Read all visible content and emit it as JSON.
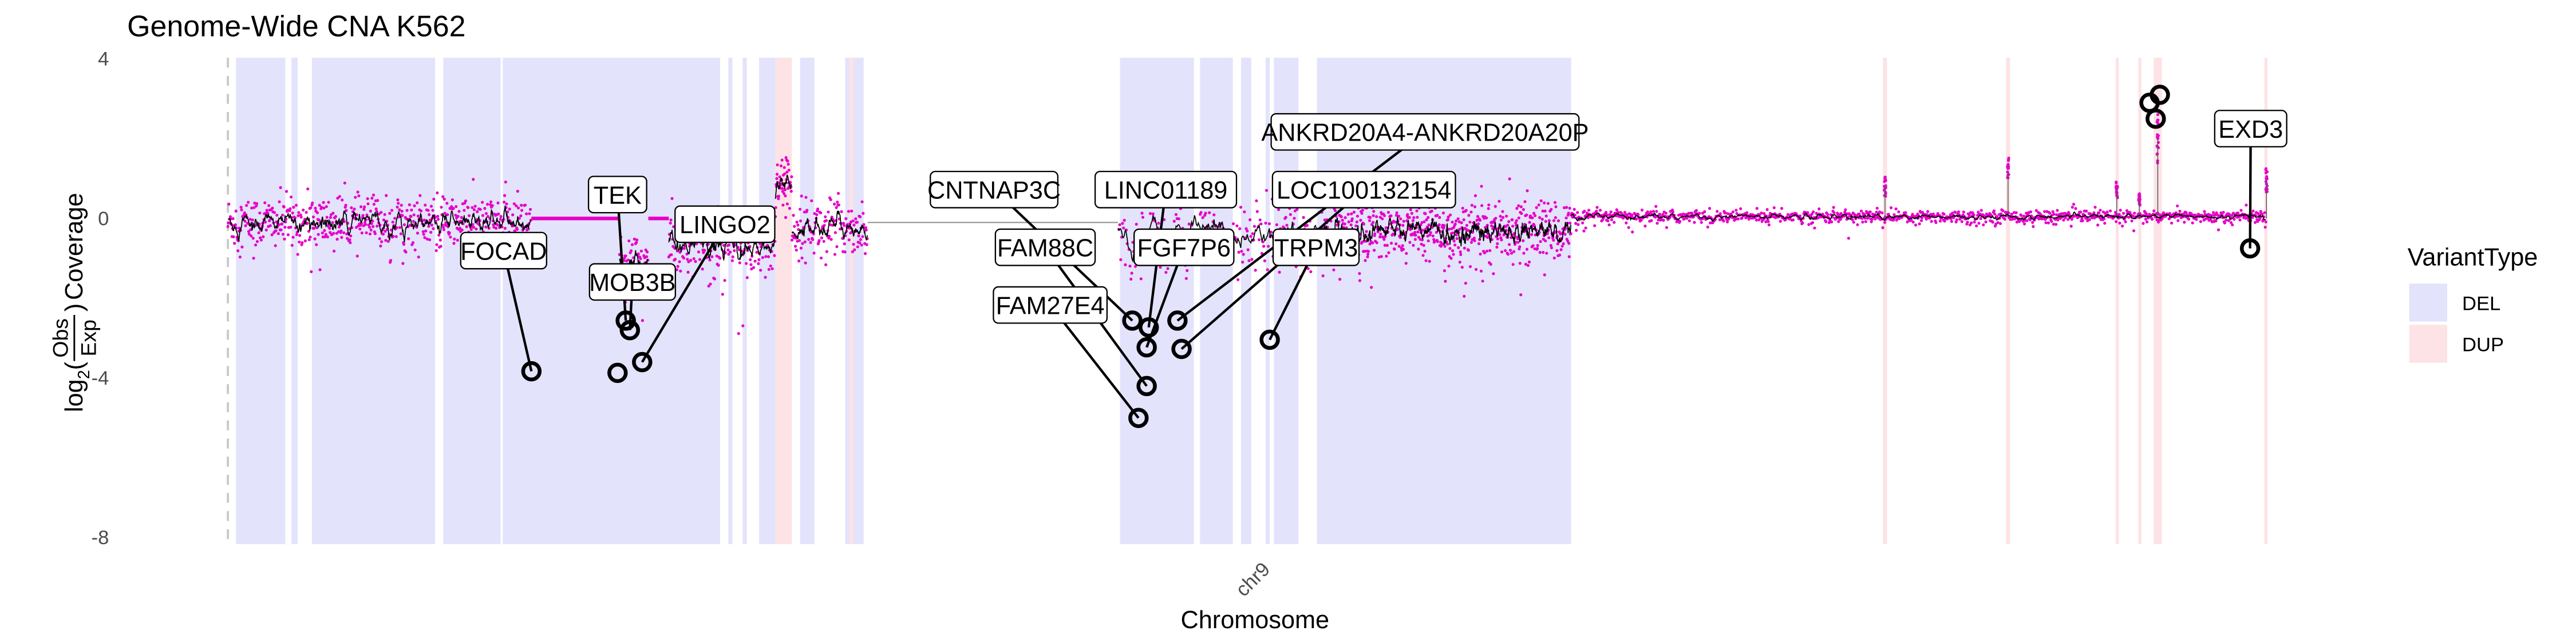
{
  "chart_data": {
    "type": "scatter",
    "title": "Genome-Wide CNA K562",
    "xlabel": "Chromosome",
    "ylabel": {
      "log": "log",
      "sub": "2",
      "num": "Obs",
      "den": "Exp",
      "suffix": "Coverage"
    },
    "x_range_percent_of_genome": [
      0,
      100
    ],
    "x_ticks": [
      {
        "label": "chr9",
        "pos": 49.9
      }
    ],
    "ylim": [
      -8.2,
      4
    ],
    "y_ticks": [
      4,
      0,
      -4,
      -8
    ],
    "grid": false,
    "point_color": "#E600C8",
    "mean_line_color": "#000000",
    "baseline_color": "#9e9e9e",
    "coverage_segments": [
      {
        "start": 0,
        "end": 14.8,
        "mean": -0.1,
        "sd": 0.33,
        "n": 600
      },
      {
        "start": 14.8,
        "end": 19.1,
        "mean": 0.0,
        "sd": 0.0,
        "n": 0,
        "flat": true
      },
      {
        "start": 19.1,
        "end": 20.5,
        "mean": -1.1,
        "sd": 0.35,
        "n": 70
      },
      {
        "start": 20.5,
        "end": 21.5,
        "mean": 0.0,
        "sd": 0.0,
        "n": 0,
        "flat": true
      },
      {
        "start": 21.5,
        "end": 26.7,
        "mean": -0.7,
        "sd": 0.45,
        "n": 200
      },
      {
        "start": 26.7,
        "end": 27.5,
        "mean": 0.9,
        "sd": 0.3,
        "n": 50
      },
      {
        "start": 27.5,
        "end": 31.2,
        "mean": -0.2,
        "sd": 0.35,
        "n": 150
      },
      {
        "start": 31.2,
        "end": 43.4,
        "mean": -0.1,
        "sd": 0.0,
        "n": 0,
        "gap": true
      },
      {
        "start": 43.4,
        "end": 53.3,
        "mean": -0.4,
        "sd": 0.5,
        "n": 220
      },
      {
        "start": 53.3,
        "end": 65.5,
        "mean": -0.3,
        "sd": 0.38,
        "n": 650
      },
      {
        "start": 65.5,
        "end": 99.4,
        "mean": 0.05,
        "sd": 0.08,
        "n": 1100
      }
    ],
    "spikes": [
      {
        "pos": 80.8,
        "value": 1.0
      },
      {
        "pos": 86.8,
        "value": 1.5
      },
      {
        "pos": 92.1,
        "value": 0.9
      },
      {
        "pos": 93.2,
        "value": 0.6
      },
      {
        "pos": 94.1,
        "value": 2.5
      },
      {
        "pos": 99.4,
        "value": 1.2
      }
    ],
    "variant_regions": [
      {
        "type": "DEL",
        "start": 0.4,
        "end": 2.8
      },
      {
        "type": "DEL",
        "start": 3.1,
        "end": 3.4
      },
      {
        "type": "DEL",
        "start": 4.1,
        "end": 10.1
      },
      {
        "type": "DEL",
        "start": 10.5,
        "end": 13.3
      },
      {
        "type": "DEL",
        "start": 13.4,
        "end": 24.0
      },
      {
        "type": "DEL",
        "start": 24.4,
        "end": 24.6
      },
      {
        "type": "DEL",
        "start": 25.1,
        "end": 25.3
      },
      {
        "type": "DEL",
        "start": 25.9,
        "end": 26.7
      },
      {
        "type": "DUP",
        "start": 26.7,
        "end": 27.5
      },
      {
        "type": "DEL",
        "start": 27.9,
        "end": 28.6
      },
      {
        "type": "DEL",
        "start": 30.1,
        "end": 31.0
      },
      {
        "type": "DUP",
        "start": 30.3,
        "end": 30.5
      },
      {
        "type": "DEL",
        "start": 43.5,
        "end": 47.1
      },
      {
        "type": "DEL",
        "start": 47.4,
        "end": 49.0
      },
      {
        "type": "DEL",
        "start": 49.4,
        "end": 49.9
      },
      {
        "type": "DEL",
        "start": 50.6,
        "end": 50.8
      },
      {
        "type": "DEL",
        "start": 51.0,
        "end": 52.2
      },
      {
        "type": "DEL",
        "start": 53.1,
        "end": 65.5
      },
      {
        "type": "DUP",
        "start": 80.7,
        "end": 80.9
      },
      {
        "type": "DUP",
        "start": 86.7,
        "end": 86.9
      },
      {
        "type": "DUP",
        "start": 92.05,
        "end": 92.2
      },
      {
        "type": "DUP",
        "start": 93.15,
        "end": 93.3
      },
      {
        "type": "DUP",
        "start": 93.9,
        "end": 94.3
      },
      {
        "type": "DUP",
        "start": 99.3,
        "end": 99.45
      }
    ],
    "genes": [
      {
        "name": "FOCAD",
        "pos": 14.8,
        "value": -3.83
      },
      {
        "name": "TEK",
        "pos": 19.4,
        "value": -2.56
      },
      {
        "name": "MOB3B",
        "pos": 19.6,
        "value": -2.8
      },
      {
        "name": "LINGO2",
        "pos": 20.2,
        "value": -3.6
      },
      {
        "name": "CNTNAP3C",
        "pos": 44.1,
        "value": -2.56
      },
      {
        "name": "FAM88C",
        "pos": 44.8,
        "value": -4.2
      },
      {
        "name": "FAM27E4",
        "pos": 44.4,
        "value": -5.0
      },
      {
        "name": "LINC01189",
        "pos": 44.9,
        "value": -2.73
      },
      {
        "name": "FGF7P6",
        "pos": 44.8,
        "value": -3.23
      },
      {
        "name": "ANKRD20A4-ANKRD20A20P",
        "pos": 46.3,
        "value": -2.56
      },
      {
        "name": "LOC100132154",
        "pos": 46.5,
        "value": -3.27
      },
      {
        "name": "TRPM3",
        "pos": 50.8,
        "value": -3.04
      },
      {
        "name": "EXD3",
        "pos": 98.6,
        "value": -0.75
      }
    ],
    "unlabeled_points": [
      {
        "pos": 19.0,
        "value": -3.87
      },
      {
        "pos": 94.2,
        "value": 3.1
      },
      {
        "pos": 94.0,
        "value": 2.5
      },
      {
        "pos": 93.7,
        "value": 2.9
      }
    ],
    "legend": {
      "title": "VariantType",
      "position": "right",
      "items": [
        {
          "label": "DEL",
          "color": "#E3E3FC"
        },
        {
          "label": "DUP",
          "color": "#FDE3E5"
        }
      ]
    }
  }
}
